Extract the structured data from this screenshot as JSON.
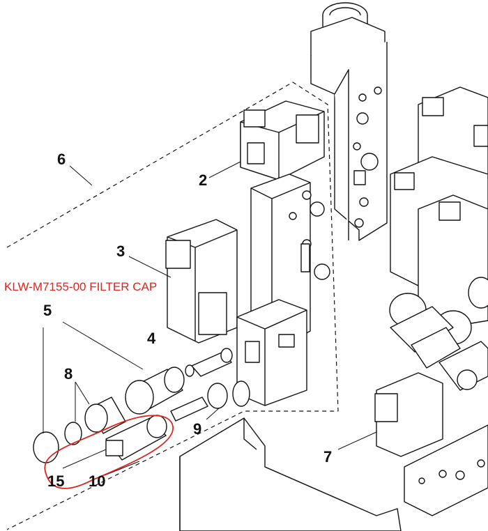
{
  "annotation": "KLW-M7155-00 FILTER CAP",
  "callouts": [
    "2",
    "3",
    "4",
    "5",
    "6",
    "7",
    "8",
    "9",
    "10",
    "15"
  ],
  "colors": {
    "line": "#111111",
    "highlight": "#e0241b",
    "background": "#ffffff"
  }
}
